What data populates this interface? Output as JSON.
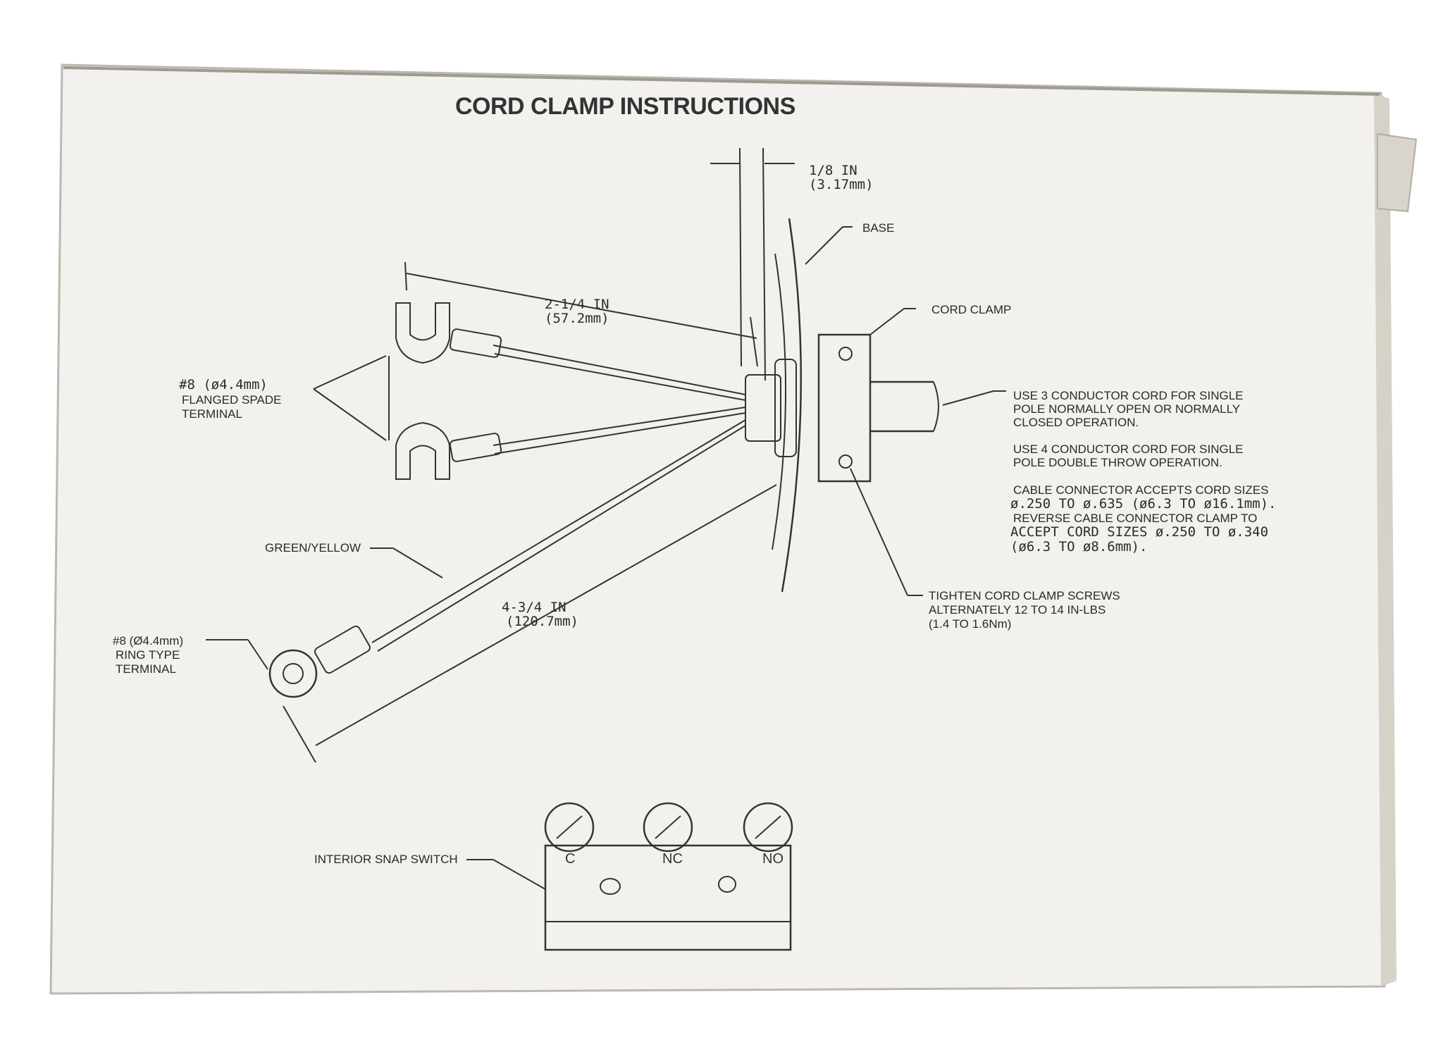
{
  "title": "CORD CLAMP INSTRUCTIONS",
  "dimensions": {
    "clamp_gap": [
      "1/8 IN",
      "(3.17mm)"
    ],
    "spade_length": [
      "2-1/4 IN",
      "(57.2mm)"
    ],
    "ground_length": [
      "4-3/4 IN",
      "(120.7mm)"
    ]
  },
  "labels": {
    "base": "BASE",
    "cord_clamp": "CORD CLAMP",
    "spade_terminal": [
      "#8 (ø4.4mm)",
      "FLANGED SPADE",
      "TERMINAL"
    ],
    "green_yellow": "GREEN/YELLOW",
    "ring_terminal": [
      "#8 (Ø4.4mm)",
      "RING TYPE",
      "TERMINAL"
    ],
    "tighten": [
      "TIGHTEN CORD CLAMP SCREWS",
      "ALTERNATELY 12 TO 14 IN-LBS",
      "(1.4 TO 1.6Nm)"
    ],
    "interior_switch": "INTERIOR SNAP SWITCH"
  },
  "notes": {
    "three_conductor": [
      "USE 3 CONDUCTOR CORD FOR SINGLE",
      "POLE NORMALLY OPEN OR NORMALLY",
      "CLOSED OPERATION."
    ],
    "four_conductor": [
      "USE 4 CONDUCTOR CORD FOR SINGLE",
      "POLE DOUBLE THROW OPERATION."
    ],
    "cable_connector": {
      "line1": "CABLE CONNECTOR ACCEPTS CORD SIZES",
      "line2": "ø.250 TO ø.635 (ø6.3 TO ø16.1mm).",
      "line3": "REVERSE CABLE CONNECTOR CLAMP TO",
      "line4": "ACCEPT CORD SIZES ø.250 TO ø.340",
      "line5": "(ø6.3 TO ø8.6mm)."
    }
  },
  "switch_terminals": [
    "C",
    "NC",
    "NO"
  ],
  "colors": {
    "background": "#ffffff",
    "box_face": "#f2f1ee",
    "box_shadow": "#cfcbc3",
    "ink": "#2a2a2a"
  }
}
